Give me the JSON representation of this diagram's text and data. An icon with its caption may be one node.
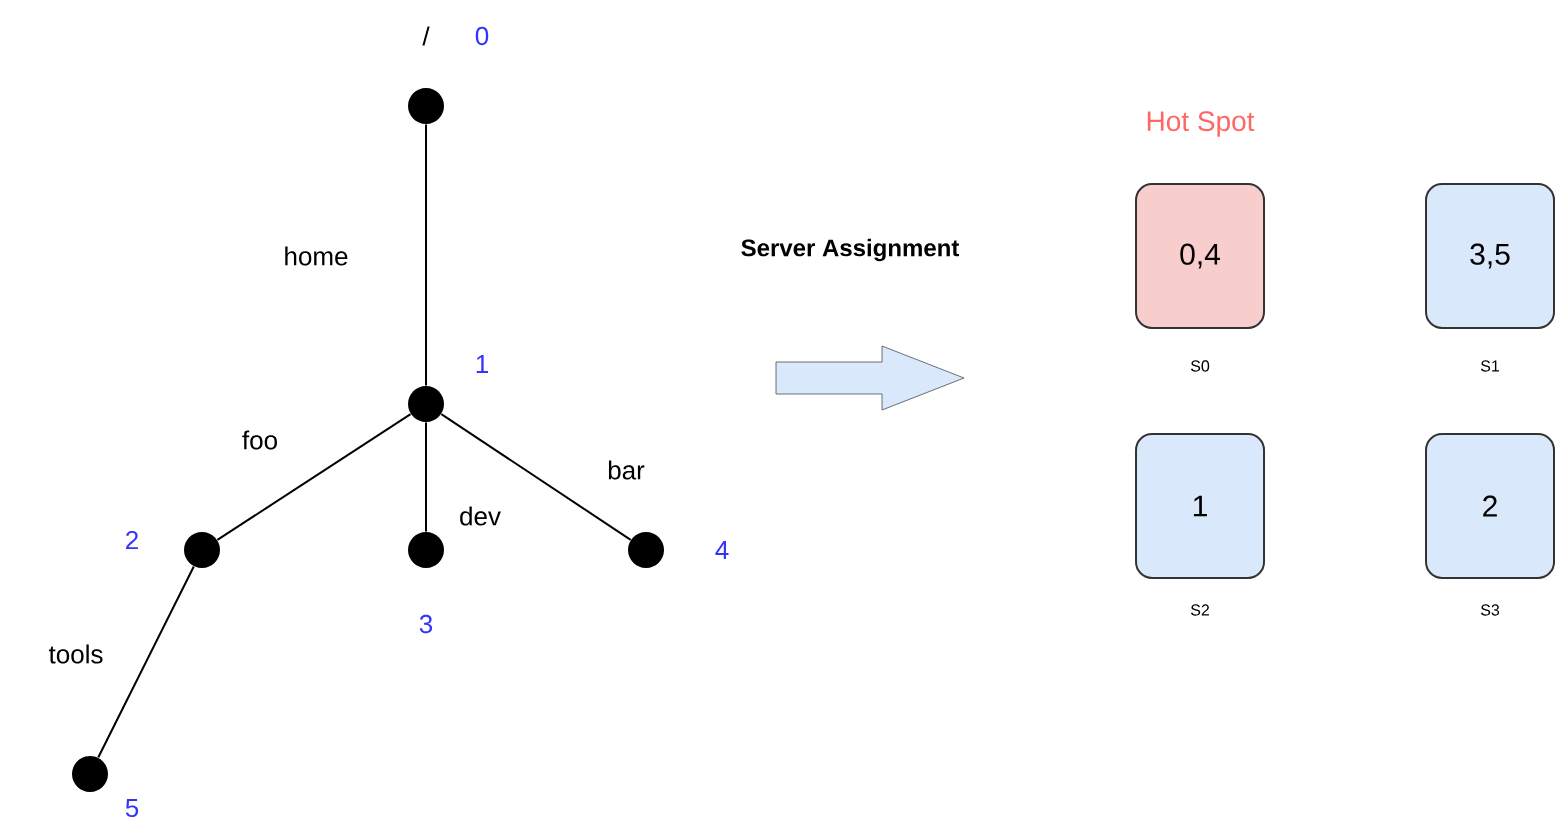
{
  "diagram": {
    "nodes": [
      {
        "text": [],
        "shape": "circle",
        "beside": [
          "/",
          "0"
        ]
      },
      {
        "text": [],
        "shape": "circle",
        "beside": [
          "1"
        ]
      },
      {
        "text": [],
        "shape": "circle",
        "beside": [
          "2"
        ]
      },
      {
        "text": [],
        "shape": "circle",
        "beside": [
          "3"
        ]
      },
      {
        "text": [],
        "shape": "circle",
        "beside": [
          "4"
        ]
      },
      {
        "text": [],
        "shape": "circle",
        "beside": [
          "5"
        ]
      },
      {
        "text": [
          "0,4"
        ],
        "beside": [
          "Hot Spot",
          "S0"
        ]
      },
      {
        "text": [
          "3,5"
        ],
        "beside": [
          "S1"
        ]
      },
      {
        "text": [
          "1"
        ],
        "beside": [
          "S2"
        ]
      },
      {
        "text": [
          "2"
        ],
        "beside": [
          "S3"
        ]
      }
    ],
    "edges": [
      {
        "from": 0,
        "to": 1,
        "arrow": "none",
        "label": "home"
      },
      {
        "from": 1,
        "to": 2,
        "arrow": "none",
        "label": "foo"
      },
      {
        "from": 1,
        "to": 3,
        "arrow": "none",
        "label": "dev"
      },
      {
        "from": 1,
        "to": 4,
        "arrow": "none",
        "label": "bar"
      },
      {
        "from": 2,
        "to": 5,
        "arrow": "none",
        "label": "tools"
      }
    ],
    "labels": [
      "Server Assignment"
    ]
  }
}
